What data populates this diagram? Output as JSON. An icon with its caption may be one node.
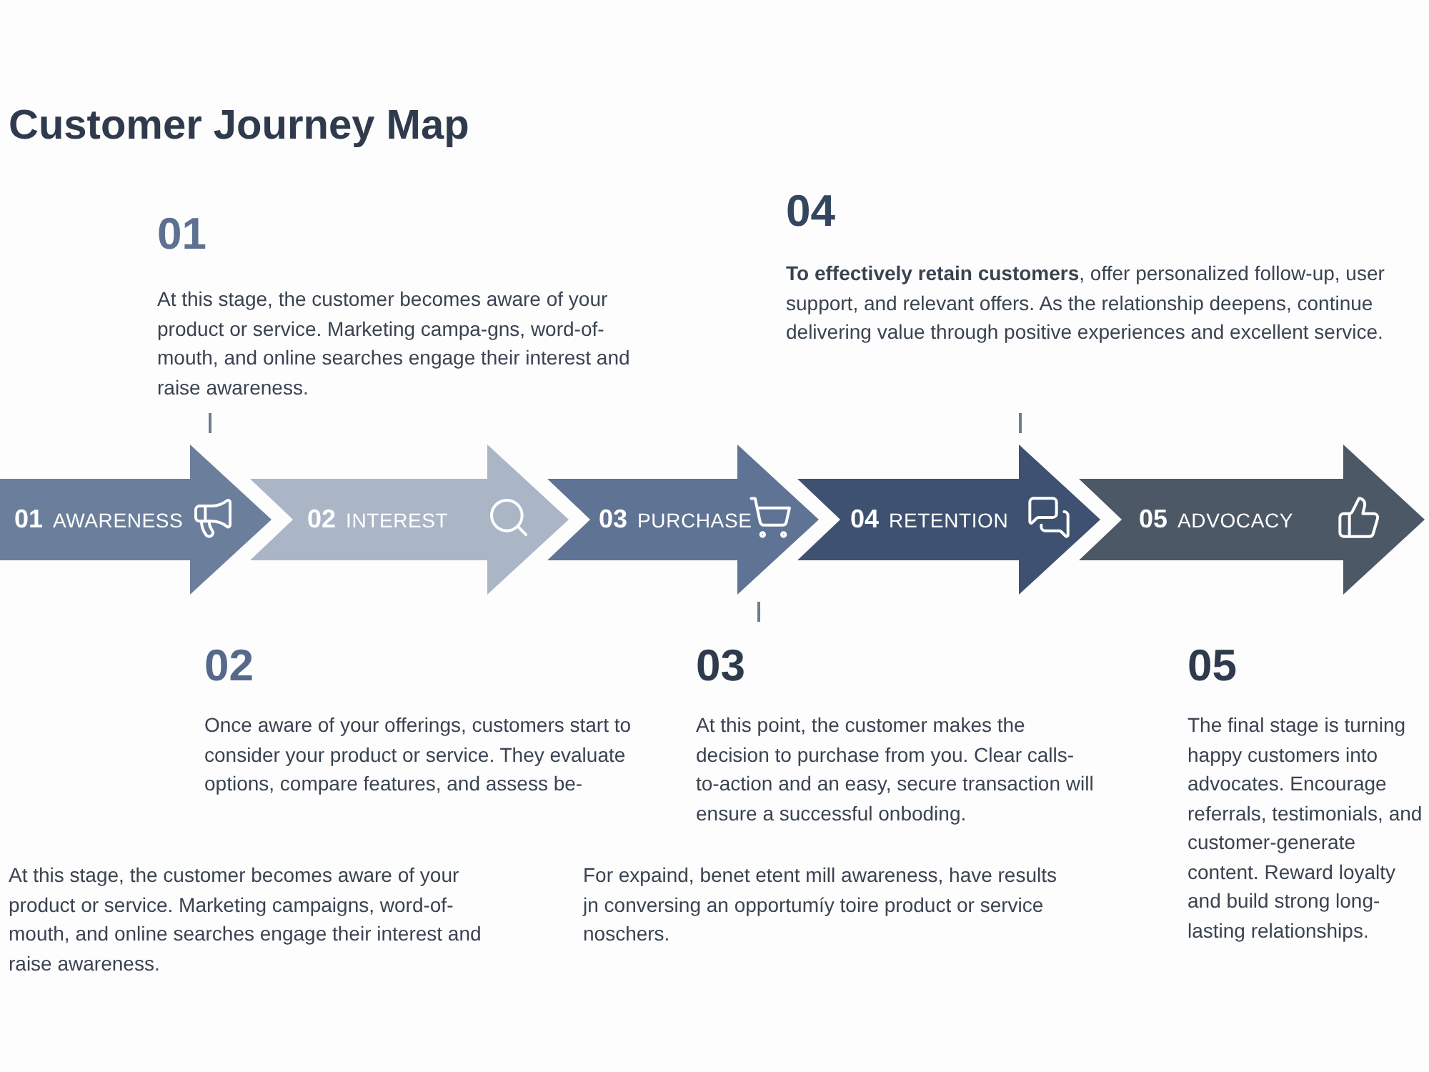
{
  "diagram": {
    "title": "Customer Journey Map",
    "nodes": [
      {
        "text": [
          "01",
          "AWARENESS"
        ]
      },
      {
        "text": [
          "02",
          "INTEREST"
        ]
      },
      {
        "text": [
          "03",
          "PURCHASE"
        ]
      },
      {
        "text": [
          "04",
          "RETENTION"
        ]
      },
      {
        "text": [
          "05",
          "ADVOCACY"
        ]
      }
    ],
    "labels": [
      "01",
      "At this stage, the customer becomes aware of your product or service. Marketing campa-gns, word-of-mouth, and online searches engage their interest and raise awareness.",
      "04",
      "**To effectively retain customers**, offer personalized follow-up, user support, and relevant offers. As the relationship deepens, continue delivering value through positive experiences and excellent service.",
      "02",
      "Once aware of your offerings, customers start to consider your product or service. They evaluate options, compare features, and assess be-",
      "03",
      "At this point, the customer makes the decision to purchase from you. Clear calls-to-action and an easy, secure transaction will ensure a successful onboding.",
      "05",
      "The final stage is turning happy customers into advocates. Encourage referrals, testimonials, and customer-generate content. Reward loyalty and build strong long-lasting relationships.",
      "At this stage, the customer becomes aware of your product or service. Marketing campaigns, word-of-mouth, and online searches engage their interest and raise awareness.",
      "For expaind, benet etent mill awareness, have results jn conversing an opportumíy toire product or service noschers."
    ]
  }
}
